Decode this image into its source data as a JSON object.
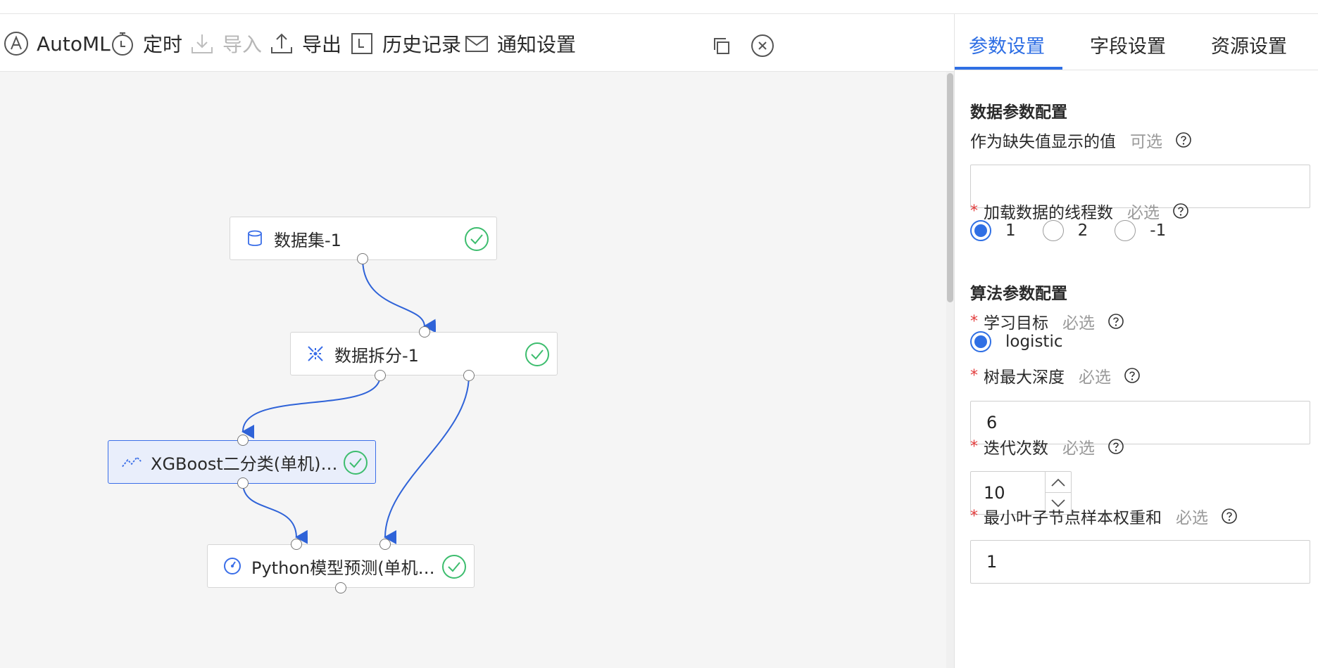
{
  "toolbar": {
    "automl_label": "AutoML",
    "schedule_label": "定时",
    "import_label": "导入",
    "export_label": "导出",
    "history_label": "历史记录",
    "notify_label": "通知设置"
  },
  "canvas": {
    "nodes": [
      {
        "label": "数据集-1",
        "status": "success",
        "icon": "database-icon"
      },
      {
        "label": "数据拆分-1",
        "status": "success",
        "icon": "split-icon"
      },
      {
        "label": "XGBoost二分类(单机)-...",
        "status": "success",
        "icon": "model-icon",
        "selected": true
      },
      {
        "label": "Python模型预测(单机)...",
        "status": "success",
        "icon": "predict-icon"
      }
    ],
    "edge_color": "#2f63d8"
  },
  "panel": {
    "tabs": [
      {
        "label": "参数设置",
        "active": true
      },
      {
        "label": "字段设置",
        "active": false
      },
      {
        "label": "资源设置",
        "active": false
      }
    ],
    "data_section_title": "数据参数配置",
    "missing_value": {
      "label": "作为缺失值显示的值",
      "hint": "可选",
      "value": ""
    },
    "threads": {
      "label": "加载数据的线程数",
      "hint": "必选",
      "required_mark": "*",
      "options": [
        "1",
        "2",
        "-1"
      ],
      "selected": "1"
    },
    "algo_section_title": "算法参数配置",
    "objective": {
      "label": "学习目标",
      "hint": "必选",
      "required_mark": "*",
      "options": [
        "logistic"
      ],
      "selected": "logistic"
    },
    "max_depth": {
      "label": "树最大深度",
      "hint": "必选",
      "required_mark": "*",
      "value": "6"
    },
    "iterations": {
      "label": "迭代次数",
      "hint": "必选",
      "required_mark": "*",
      "value": "10"
    },
    "min_child_weight": {
      "label": "最小叶子节点样本权重和",
      "hint": "必选",
      "required_mark": "*",
      "value": "1"
    }
  },
  "colors": {
    "accent": "#2f6fe4",
    "success": "#3dbd6e",
    "required": "#e23c3c"
  }
}
